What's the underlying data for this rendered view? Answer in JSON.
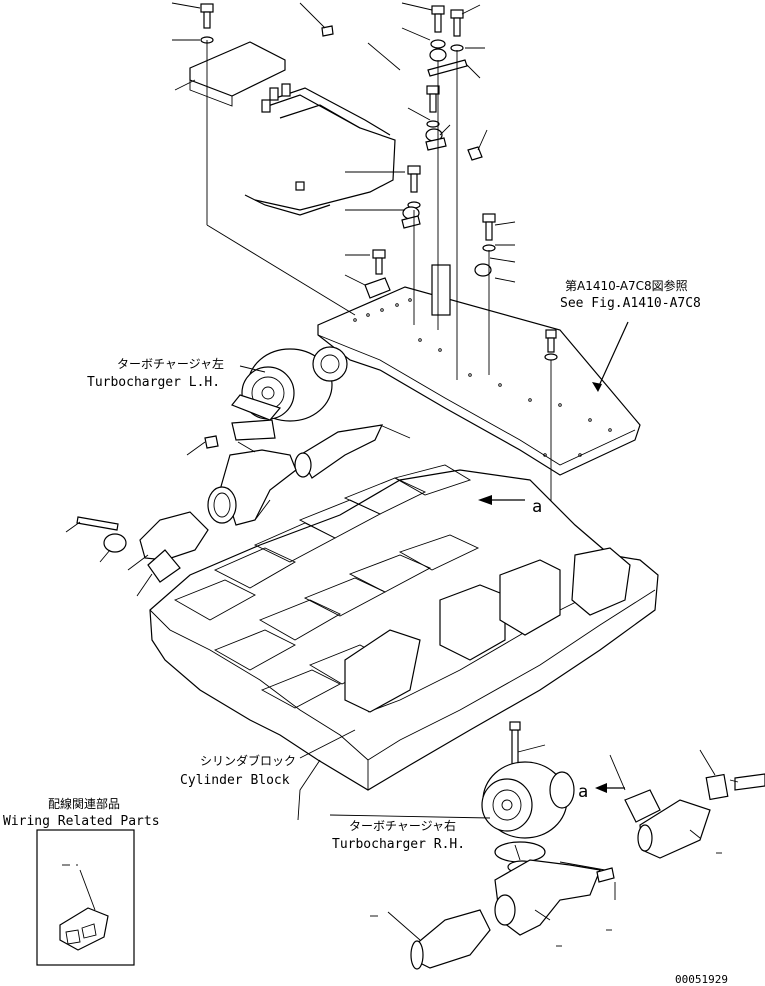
{
  "labels": {
    "ref_fig_jp": "第A1410-A7C8図参照",
    "ref_fig_en": "See Fig.A1410-A7C8",
    "turbo_lh_jp": "ターボチャージャ左",
    "turbo_lh_en": "Turbocharger L.H.",
    "turbo_rh_jp": "ターボチャージャ右",
    "turbo_rh_en": "Turbocharger R.H.",
    "cylinder_block_jp": "シリンダブロック",
    "cylinder_block_en": "Cylinder Block",
    "wiring_jp": "配線関連部品",
    "wiring_en": "Wiring Related Parts",
    "ref_a_upper": "a",
    "ref_a_lower": "a",
    "doc_number": "00051929"
  }
}
